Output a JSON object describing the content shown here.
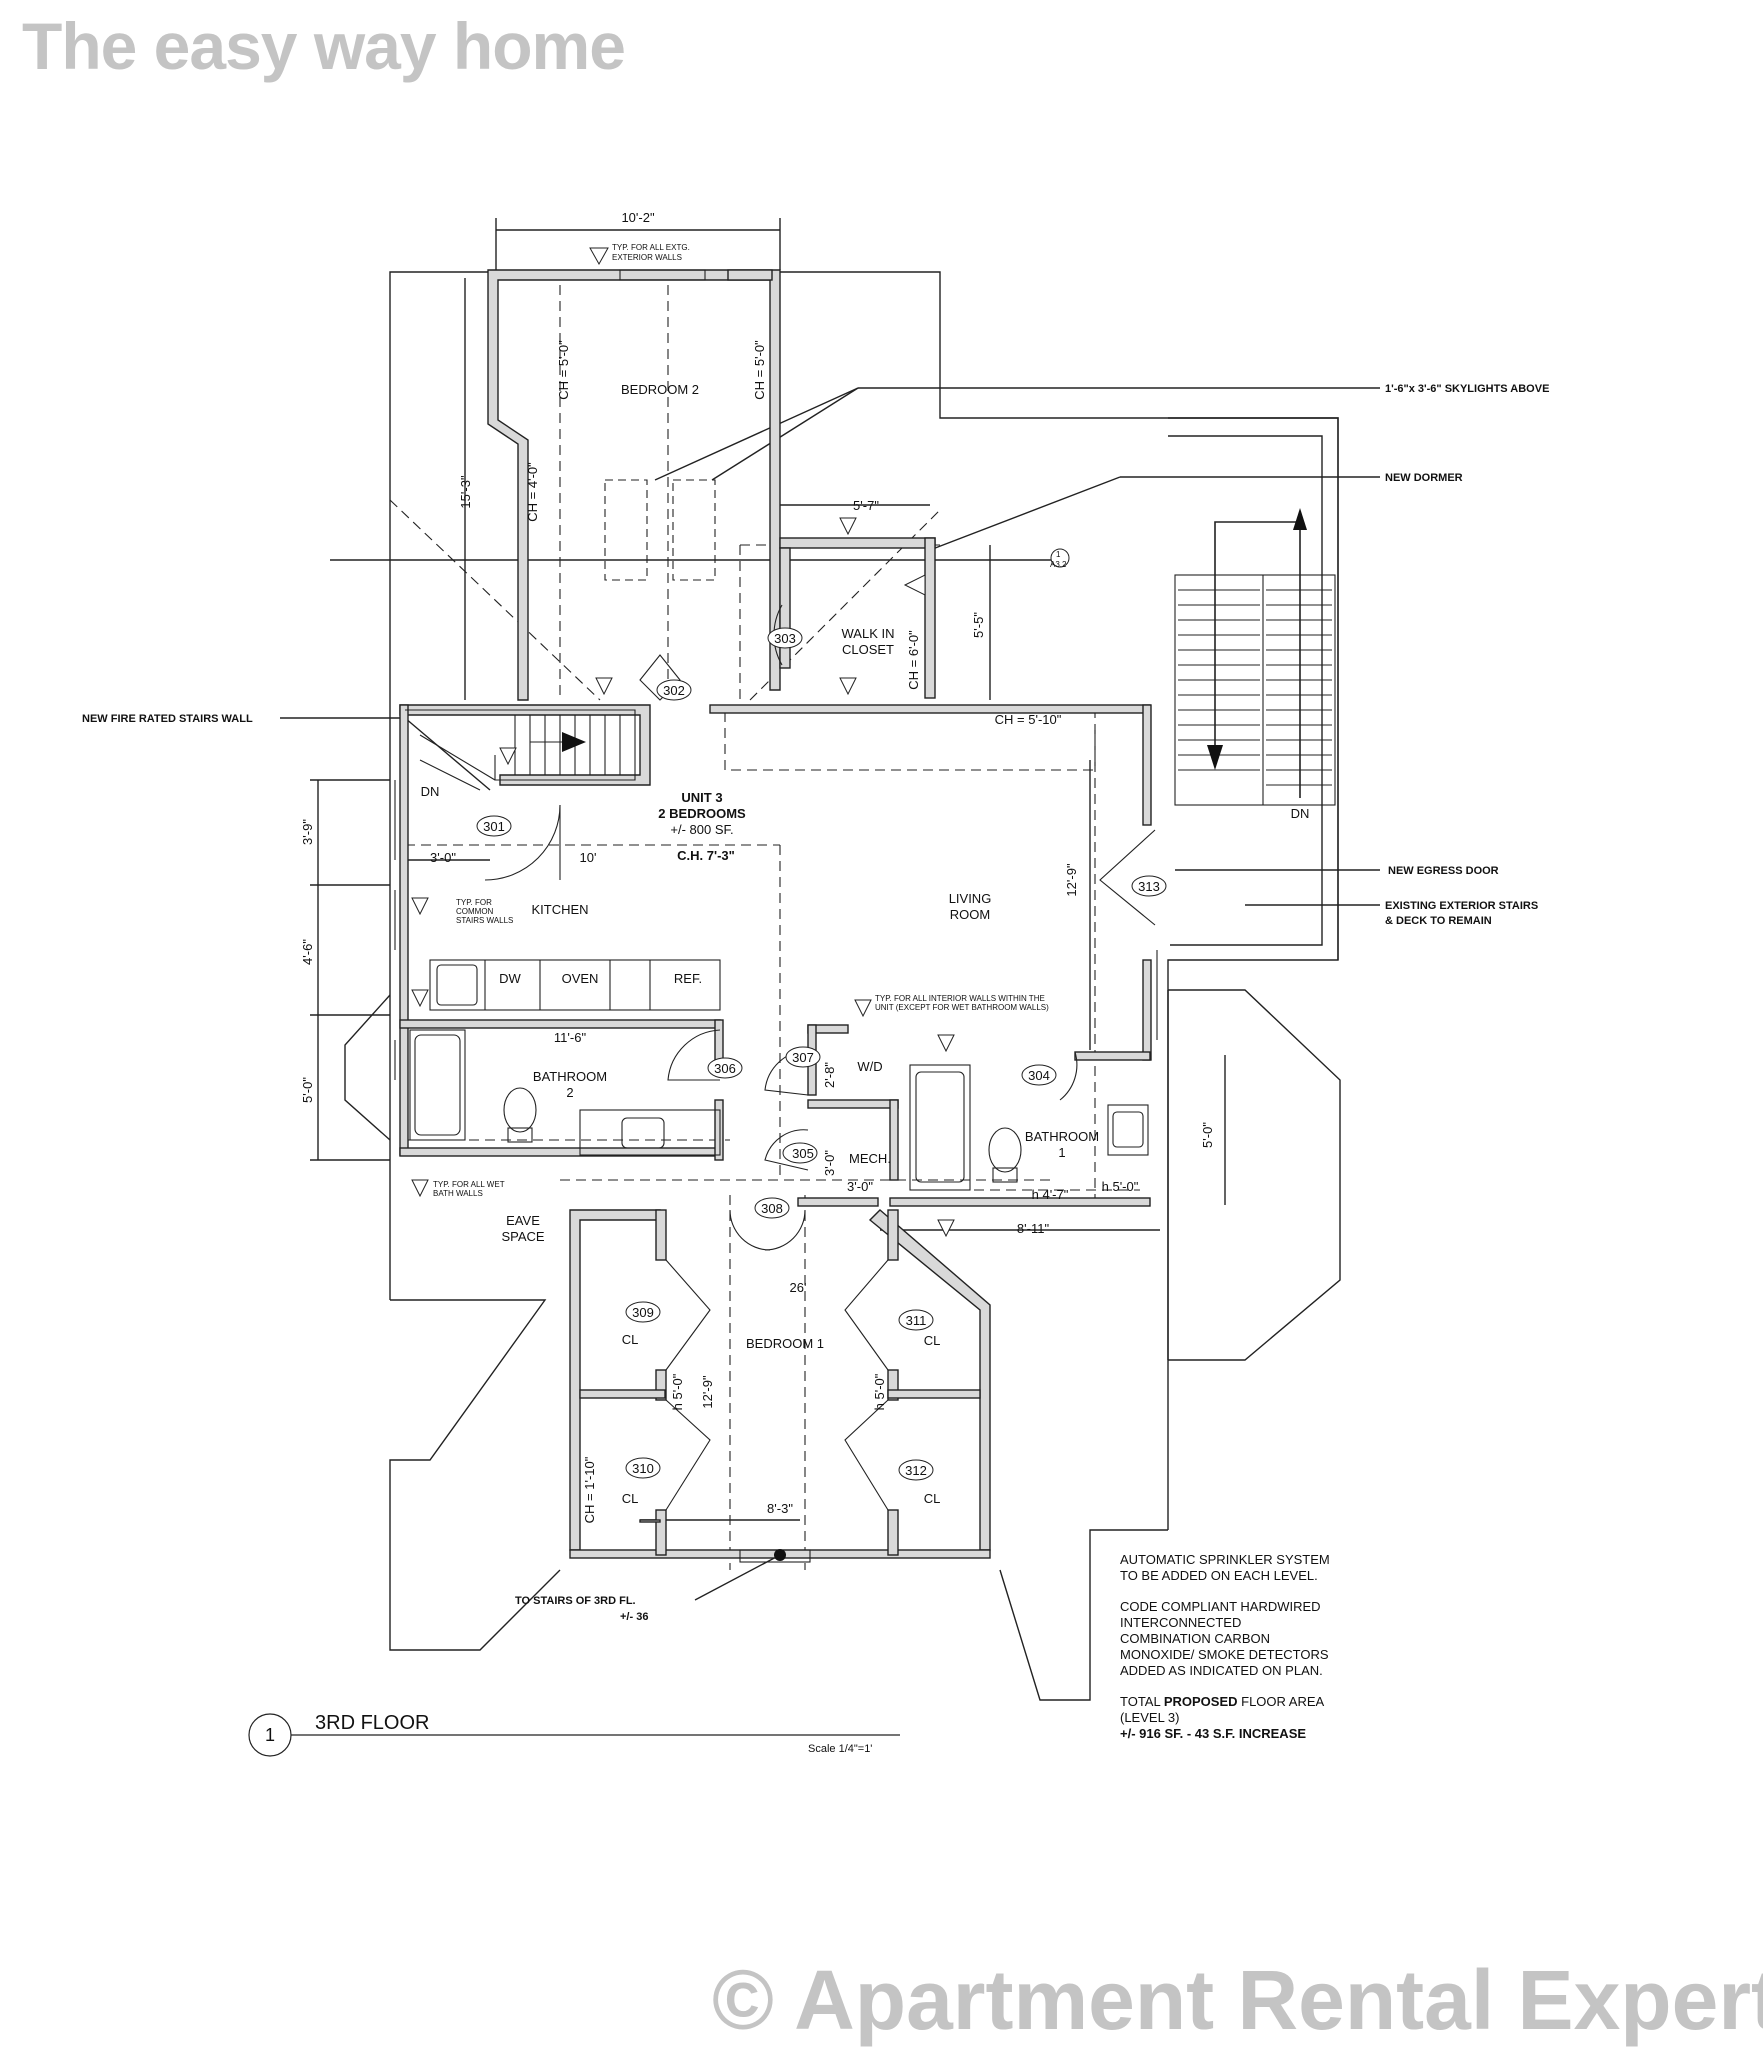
{
  "watermarks": {
    "top": "The easy way home",
    "bottom": "© Apartment Rental Experts"
  },
  "callouts": {
    "skylights": "1'-6\"x 3'-6\" SKYLIGHTS ABOVE",
    "dormer": "NEW DORMER",
    "fire_wall": "NEW FIRE RATED STAIRS WALL",
    "egress_door": "NEW EGRESS DOOR",
    "ext_stairs_1": "EXISTING EXTERIOR STAIRS",
    "ext_stairs_2": "& DECK TO REMAIN",
    "to_stairs_1": "TO STAIRS OF 3RD FL.",
    "to_stairs_2": "+/- 36"
  },
  "unit": {
    "name": "UNIT 3",
    "bedrooms": "2 BEDROOMS",
    "area": "+/- 800 SF.",
    "ceiling": "C.H. 7'-3\""
  },
  "rooms": {
    "bedroom2": "BEDROOM 2",
    "walkin_1": "WALK IN",
    "walkin_2": "CLOSET",
    "kitchen": "KITCHEN",
    "living_1": "LIVING",
    "living_2": "ROOM",
    "bathroom2_1": "BATHROOM",
    "bathroom2_2": "2",
    "bathroom1_1": "BATHROOM",
    "bathroom1_2": "1",
    "eave_1": "EAVE",
    "eave_2": "SPACE",
    "bedroom1": "BEDROOM 1",
    "wd": "W/D",
    "mech": "MECH.",
    "cl": "CL",
    "dw": "DW",
    "oven": "OVEN",
    "ref": "REF.",
    "dn": "DN"
  },
  "doors": [
    "301",
    "302",
    "303",
    "304",
    "305",
    "306",
    "307",
    "308",
    "309",
    "310",
    "311",
    "312",
    "313"
  ],
  "dimensions": {
    "top_width": "10'-2\"",
    "ch_5_0": "CH = 5'-0\"",
    "ch_4_0": "CH = 4'-0\"",
    "ch_6_0": "CH = 6'-0\"",
    "ch_5_10": "CH = 5'-10\"",
    "ch_1_10": "CH = 1'-10\"",
    "d_15_3": "15'-3\"",
    "d_5_7": "5'-7\"",
    "d_5_5": "5'-5\"",
    "d_3_9": "3'-9\"",
    "d_3_0": "3'-0\"",
    "d_10": "10'",
    "d_4_6": "4'-6\"",
    "d_12_9": "12'-9\"",
    "d_11_6": "11'-6\"",
    "d_5_0": "5'-0\"",
    "d_2_8": "2'-8\"",
    "h_4_7": "h 4'-7\"",
    "h_5_0": "h 5'-0\"",
    "d_8_11": "8'-11\"",
    "d_26": "26'",
    "d_8_3": "8'-3\""
  },
  "small_notes": {
    "ext_1": "TYP. FOR ALL EXTG.",
    "ext_2": "EXTERIOR WALLS",
    "common_1": "TYP. FOR",
    "common_2": "COMMON",
    "common_3": "STAIRS WALLS",
    "interior_1": "TYP. FOR ALL INTERIOR WALLS WITHIN THE",
    "interior_2": "UNIT (EXCEPT FOR WET BATHROOM WALLS)",
    "wet_1": "TYP. FOR ALL WET",
    "wet_2": "BATH WALLS",
    "section_num": "1",
    "section_ref": "A3.2"
  },
  "title_block": {
    "number": "1",
    "title": "3RD FLOOR",
    "scale": "Scale 1/4\"=1'"
  },
  "notes": [
    "AUTOMATIC SPRINKLER SYSTEM\nTO BE ADDED ON EACH LEVEL.",
    "CODE COMPLIANT HARDWIRED\nINTERCONNECTED\nCOMBINATION CARBON\nMONOXIDE/ SMOKE DETECTORS\nADDED AS INDICATED ON PLAN."
  ],
  "area_note": {
    "line1_a": "TOTAL ",
    "line1_b": "PROPOSED",
    "line1_c": " FLOOR AREA",
    "line2": "(LEVEL 3)",
    "line3": "+/- 916 SF. - 43 S.F. INCREASE"
  }
}
